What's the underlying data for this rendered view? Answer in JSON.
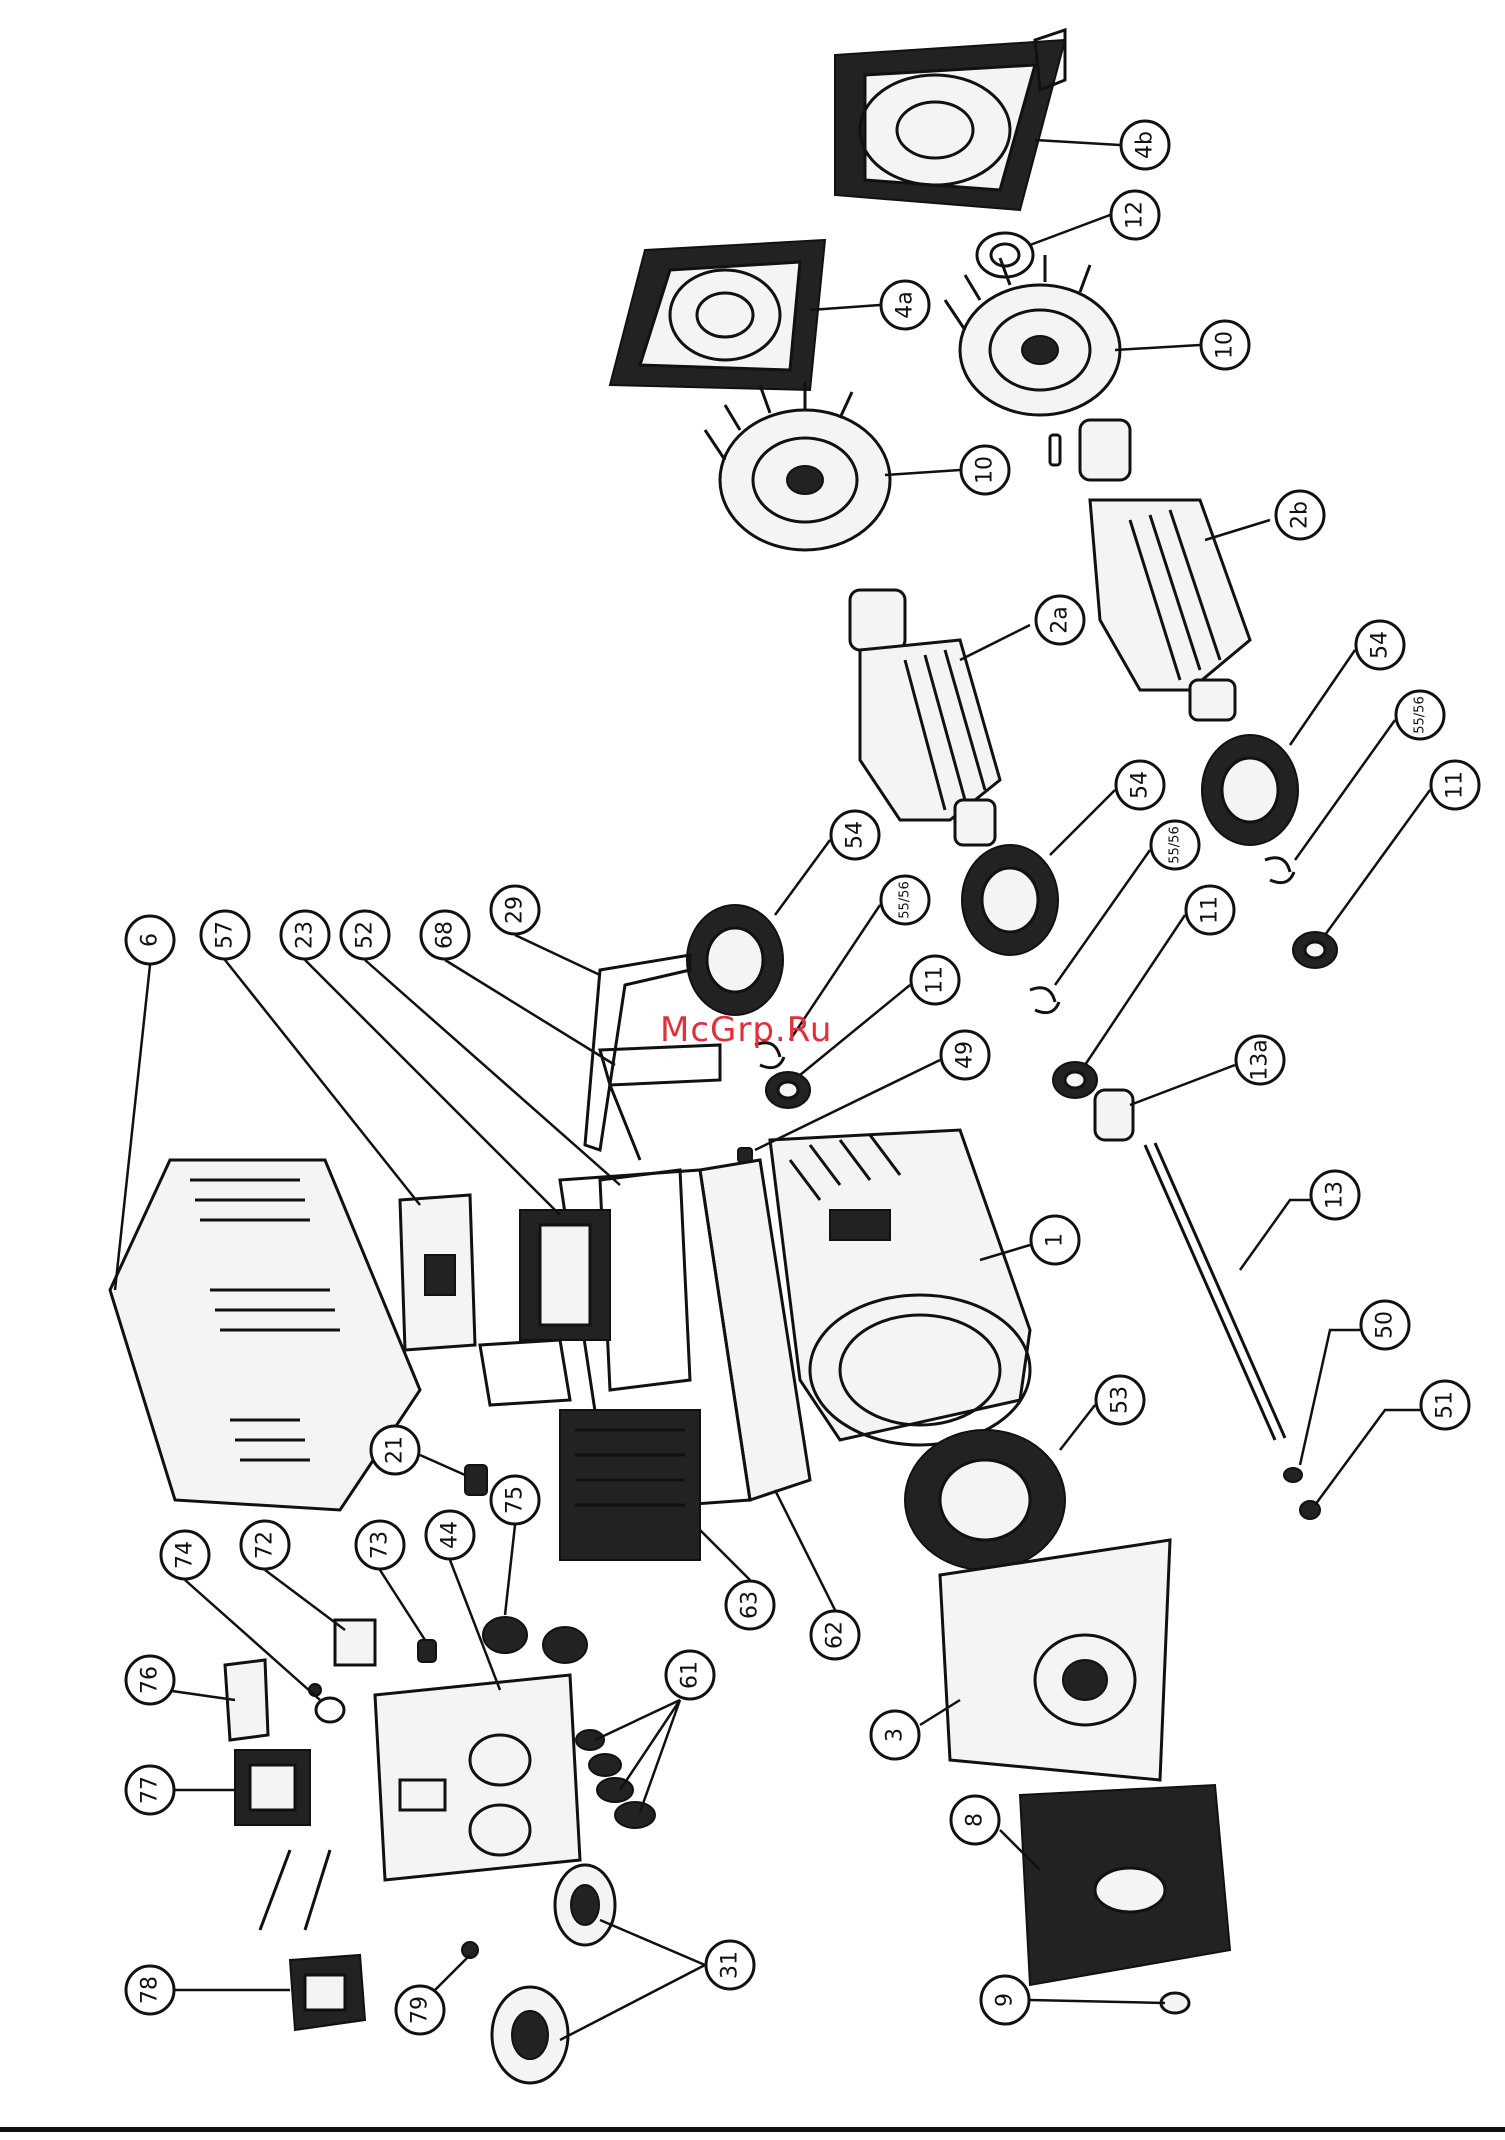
{
  "watermark": "McGrp.Ru",
  "callouts": [
    {
      "id": "c-4b",
      "label": "4b"
    },
    {
      "id": "c-12",
      "label": "12"
    },
    {
      "id": "c-4a",
      "label": "4a"
    },
    {
      "id": "c-10a",
      "label": "10"
    },
    {
      "id": "c-10b",
      "label": "10"
    },
    {
      "id": "c-2b",
      "label": "2b"
    },
    {
      "id": "c-2a",
      "label": "2a"
    },
    {
      "id": "c-54a",
      "label": "54"
    },
    {
      "id": "c-54b",
      "label": "54"
    },
    {
      "id": "c-54c",
      "label": "54"
    },
    {
      "id": "c-5566a",
      "label": "55/56"
    },
    {
      "id": "c-5566b",
      "label": "55/56"
    },
    {
      "id": "c-5566c",
      "label": "55/56"
    },
    {
      "id": "c-11a",
      "label": "11"
    },
    {
      "id": "c-11b",
      "label": "11"
    },
    {
      "id": "c-11c",
      "label": "11"
    },
    {
      "id": "c-49",
      "label": "49"
    },
    {
      "id": "c-13a",
      "label": "13a"
    },
    {
      "id": "c-13",
      "label": "13"
    },
    {
      "id": "c-50",
      "label": "50"
    },
    {
      "id": "c-51",
      "label": "51"
    },
    {
      "id": "c-1",
      "label": "1"
    },
    {
      "id": "c-53",
      "label": "53"
    },
    {
      "id": "c-6",
      "label": "6"
    },
    {
      "id": "c-57",
      "label": "57"
    },
    {
      "id": "c-23",
      "label": "23"
    },
    {
      "id": "c-52",
      "label": "52"
    },
    {
      "id": "c-68",
      "label": "68"
    },
    {
      "id": "c-29",
      "label": "29"
    },
    {
      "id": "c-21",
      "label": "21"
    },
    {
      "id": "c-63",
      "label": "63"
    },
    {
      "id": "c-62",
      "label": "62"
    },
    {
      "id": "c-3",
      "label": "3"
    },
    {
      "id": "c-8",
      "label": "8"
    },
    {
      "id": "c-9",
      "label": "9"
    },
    {
      "id": "c-61",
      "label": "61"
    },
    {
      "id": "c-75",
      "label": "75"
    },
    {
      "id": "c-44",
      "label": "44"
    },
    {
      "id": "c-73",
      "label": "73"
    },
    {
      "id": "c-72",
      "label": "72"
    },
    {
      "id": "c-74",
      "label": "74"
    },
    {
      "id": "c-76",
      "label": "76"
    },
    {
      "id": "c-77",
      "label": "77"
    },
    {
      "id": "c-78",
      "label": "78"
    },
    {
      "id": "c-79",
      "label": "79"
    },
    {
      "id": "c-31",
      "label": "31"
    }
  ]
}
